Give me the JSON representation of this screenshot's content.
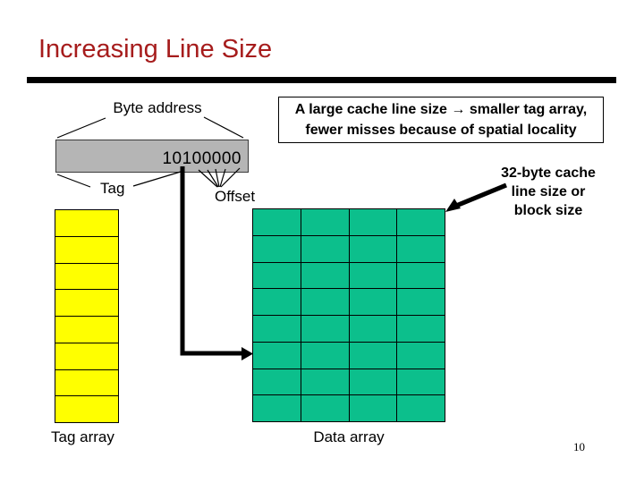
{
  "slide": {
    "title": "Increasing Line Size",
    "page_number": "10"
  },
  "colors": {
    "title_color": "#a61c1c",
    "divider_color": "#000000",
    "address_box_fill": "#b5b5b5",
    "tag_cell_fill": "#ffff00",
    "data_cell_fill": "#0cbf8c",
    "line_color": "#000000",
    "background": "#ffffff"
  },
  "note_box": {
    "line1": "A large cache line size → smaller tag array,",
    "line2": "fewer misses because of spatial locality"
  },
  "address": {
    "label": "Byte address",
    "value": "10100000",
    "tag_label": "Tag",
    "offset_label": "Offset"
  },
  "side_note": {
    "line1": "32-byte cache",
    "line2": "line size or",
    "line3": "block size"
  },
  "tag_array": {
    "label": "Tag array",
    "rows": 8
  },
  "data_array": {
    "label": "Data array",
    "rows": 8,
    "cols": 4
  }
}
